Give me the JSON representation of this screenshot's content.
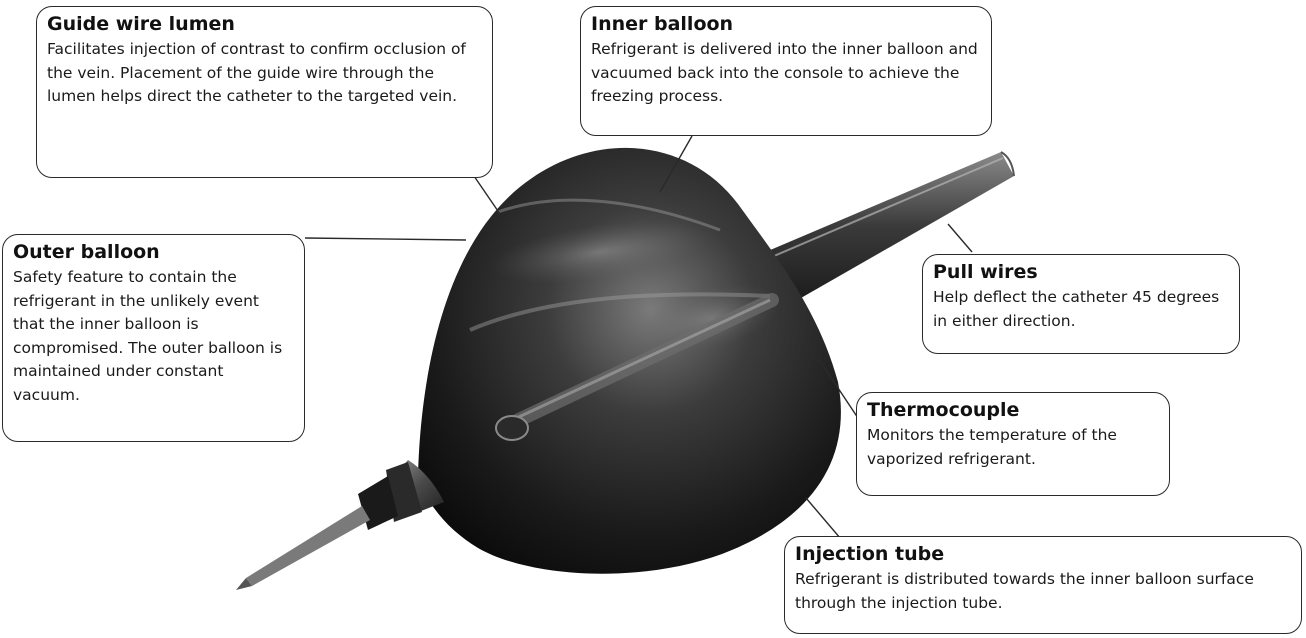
{
  "callouts": {
    "guide_wire_lumen": {
      "title": "Guide wire lumen",
      "body": "Facilitates injection of contrast to confirm occlusion of the vein. Placement of the guide wire through the lumen helps direct the catheter to the targeted vein."
    },
    "inner_balloon": {
      "title": "Inner balloon",
      "body": "Refrigerant is delivered into the inner balloon and vacuumed back into the console to achieve the freezing process."
    },
    "outer_balloon": {
      "title": "Outer balloon",
      "body": "Safety feature to contain the refrigerant in the unlikely event that the inner balloon is compromised. The outer balloon is maintained under constant vacuum."
    },
    "pull_wires": {
      "title": "Pull wires",
      "body": "Help deflect the catheter 45 degrees in either direction."
    },
    "thermocouple": {
      "title": "Thermocouple",
      "body": "Monitors the temperature of the vaporized refrigerant."
    },
    "injection_tube": {
      "title": "Injection tube",
      "body": "Refrigerant is distributed towards the inner balloon surface through the injection tube."
    }
  },
  "colors": {
    "balloon_dark": "#111111",
    "balloon_mid": "#3a3a3a",
    "balloon_highlight": "#9a9a9a",
    "callout_border": "#2a2a2a",
    "leader_line": "#2a2a2a"
  }
}
